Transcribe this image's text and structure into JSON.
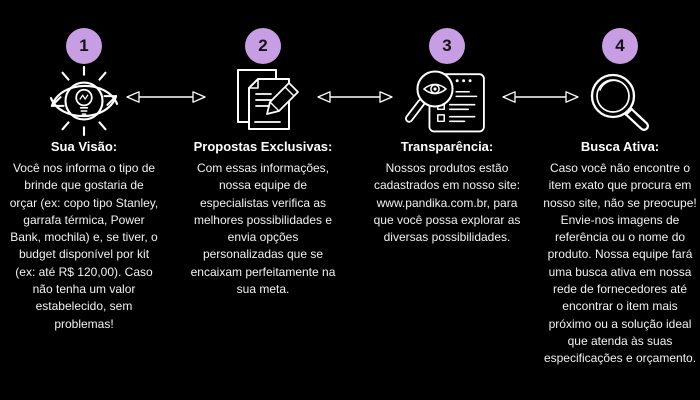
{
  "theme": {
    "background": "#000000",
    "accent": "#c79de4",
    "body_text_color": "#f2f2f2",
    "title_text_color": "#ffffff"
  },
  "connectors": {
    "icon": "double-headed-arrow-icon",
    "count": 3
  },
  "website": "www.pandika.com.br",
  "steps": [
    {
      "number": "1",
      "icon": "vision-eye-lightbulb-icon",
      "title": "Sua Visão:",
      "description": "Você nos informa o tipo de\nbrinde que gostaria de\norçar (ex: copo tipo Stanley,\ngarrafa térmica, Power\nBank, mochila) e, se tiver, o\nbudget disponível por kit\n(ex: até R$ 120,00). Caso\nnão tenha um valor\nestabelecido, sem\nproblemas!"
    },
    {
      "number": "2",
      "icon": "documents-pencil-icon",
      "title": "Propostas Exclusivas:",
      "description": "Com essas informações,\nnossa equipe de\nespecialistas verifica as\nmelhores possibilidades e\nenvia opções\npersonalizadas que se\nencaixam perfeitamente na\nsua meta."
    },
    {
      "number": "3",
      "icon": "magnifier-eye-website-icon",
      "title": "Transparência:",
      "description": "Nossos produtos estão\ncadastrados em nosso site:\nwww.pandika.com.br, para\nque você possa explorar as\ndiversas possibilidades."
    },
    {
      "number": "4",
      "icon": "magnifier-icon",
      "title": "Busca Ativa:",
      "description": "Caso você não encontre o\nitem exato que procura em\nnosso site, não se preocupe!\nEnvie-nos imagens de\nreferência ou o nome do\nproduto. Nossa equipe fará\numa busca ativa em nossa\nrede de fornecedores até\nencontrar o item mais\npróximo ou a solução ideal\nque atenda às suas\nespecificações e orçamento."
    }
  ]
}
